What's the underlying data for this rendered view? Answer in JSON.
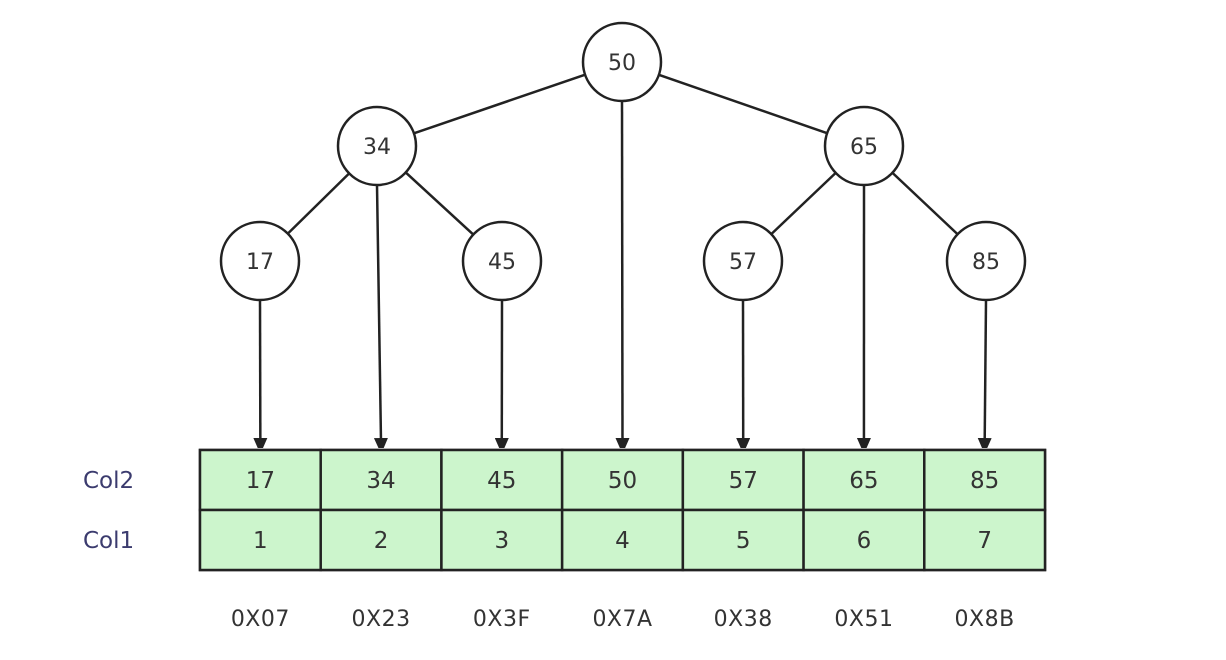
{
  "tree": {
    "nodes": [
      {
        "id": "n50",
        "label": "50"
      },
      {
        "id": "n34",
        "label": "34"
      },
      {
        "id": "n65",
        "label": "65"
      },
      {
        "id": "n17",
        "label": "17"
      },
      {
        "id": "n45",
        "label": "45"
      },
      {
        "id": "n57",
        "label": "57"
      },
      {
        "id": "n85",
        "label": "85"
      }
    ],
    "edges": [
      [
        "n50",
        "n34"
      ],
      [
        "n50",
        "n65"
      ],
      [
        "n34",
        "n17"
      ],
      [
        "n34",
        "n45"
      ],
      [
        "n65",
        "n57"
      ],
      [
        "n65",
        "n85"
      ]
    ]
  },
  "table": {
    "row_labels": [
      "Col2",
      "Col1"
    ],
    "col2": [
      "17",
      "34",
      "45",
      "50",
      "57",
      "65",
      "85"
    ],
    "col1": [
      "1",
      "2",
      "3",
      "4",
      "5",
      "6",
      "7"
    ],
    "addresses": [
      "0X07",
      "0X23",
      "0X3F",
      "0X7A",
      "0X38",
      "0X51",
      "0X8B"
    ],
    "pointers": [
      "n17",
      "n34",
      "n45",
      "n50",
      "n57",
      "n65",
      "n85"
    ]
  },
  "colors": {
    "cell_fill": "#ccf5cc",
    "stroke": "#222222",
    "text": "#333333",
    "row_label": "#3b3b6e"
  }
}
